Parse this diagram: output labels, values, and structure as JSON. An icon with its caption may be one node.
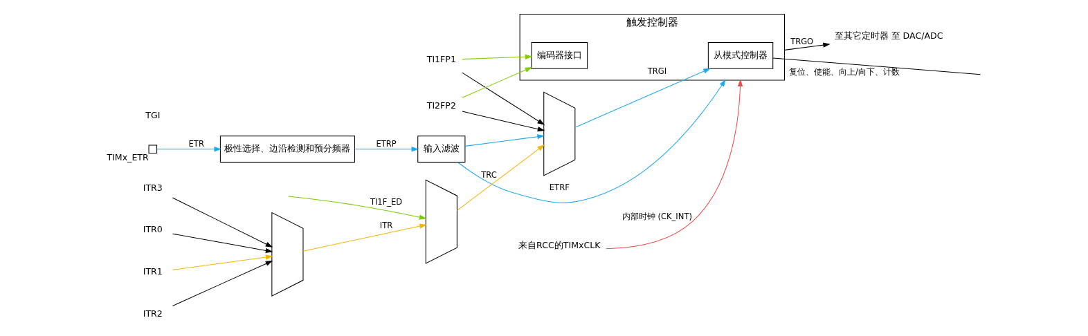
{
  "diagram": {
    "nodes": [
      {
        "text": [
          "来自RCC的TIMxCLK"
        ]
      },
      {
        "text": [],
        "shape": "box",
        "beside": [
          "TIMx_ETR"
        ]
      },
      {
        "text": [
          "极性选择、边沿检测和预分频器"
        ]
      },
      {
        "text": [
          "输入滤波"
        ]
      },
      {
        "text": [
          "ITR0"
        ]
      },
      {
        "text": [
          "ITR1"
        ]
      },
      {
        "text": [
          "ITR2"
        ]
      },
      {
        "text": [
          "ITR3"
        ]
      },
      {
        "text": [],
        "shape": "trapezoid"
      },
      {
        "text": [],
        "shape": "trapezoid"
      },
      {
        "text": [],
        "shape": "trapezoid"
      },
      {
        "text": [
          "TI1FP1"
        ]
      },
      {
        "text": [
          "TI2FP2"
        ]
      },
      {
        "text": [
          "触发控制器"
        ]
      },
      {
        "text": [
          "从模式控制器"
        ],
        "in": 13
      },
      {
        "text": [
          "编码器接口"
        ],
        "in": 13
      },
      {
        "text": [
          "至其它定时器 至 DAC/ADC"
        ]
      }
    ],
    "edges": [
      {
        "from": 0,
        "to": 13,
        "arrow": "to",
        "label": "内部时钟 (CK_INT)",
        "color": "#ef4b4b"
      },
      {
        "from": 1,
        "to": 2,
        "arrow": "to",
        "label": "ETR",
        "color": "#1ea7f0"
      },
      {
        "from": 2,
        "to": 3,
        "arrow": "to",
        "label": "ETRP",
        "color": "#1ea7f0"
      },
      {
        "from": 3,
        "to": 10,
        "arrow": "to",
        "color": "#1ea7f0"
      },
      {
        "from": 3,
        "to": 13,
        "arrow": "to",
        "label": "ETRF",
        "color": "#1ea7f0"
      },
      {
        "from": 4,
        "to": 8,
        "arrow": "to"
      },
      {
        "from": 5,
        "to": 8,
        "arrow": "to",
        "color": "#f5b400"
      },
      {
        "from": 6,
        "to": 8,
        "arrow": "to"
      },
      {
        "from": 7,
        "to": 8,
        "arrow": "to"
      },
      {
        "from": 8,
        "to": 9,
        "arrow": "to",
        "label": "ITR",
        "color": "#f5b400"
      },
      {
        "from": null,
        "to": 9,
        "arrow": "to",
        "label": "TI1F_ED",
        "color": "#7ccc00"
      },
      {
        "from": 9,
        "to": 10,
        "arrow": "to",
        "label": "TRC",
        "color": "#f5b400"
      },
      {
        "from": 11,
        "to": 10,
        "arrow": "to"
      },
      {
        "from": 12,
        "to": 10,
        "arrow": "to"
      },
      {
        "from": 11,
        "to": 15,
        "arrow": "to",
        "color": "#7ccc00"
      },
      {
        "from": 12,
        "to": 15,
        "arrow": "to",
        "color": "#7ccc00"
      },
      {
        "from": 10,
        "to": 14,
        "arrow": "to",
        "label": "TRGI",
        "color": "#1ea7f0"
      },
      {
        "from": 13,
        "to": 16,
        "arrow": "to",
        "label": "TRGO"
      },
      {
        "from": 14,
        "to": null,
        "arrow": "none",
        "label": "复位、使能、向上/向下、计数"
      }
    ],
    "labels": [
      "TGI"
    ]
  }
}
